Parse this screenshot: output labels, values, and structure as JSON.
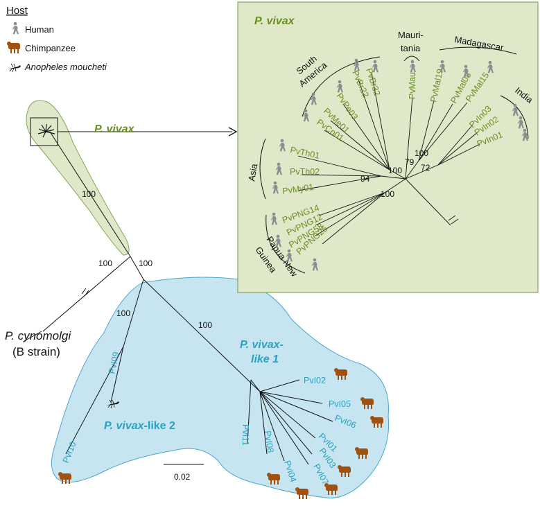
{
  "legend": {
    "title": "Host",
    "items": [
      {
        "label": "Human",
        "icon": "human-icon"
      },
      {
        "label": "Chimpanzee",
        "icon": "chimpanzee-icon"
      },
      {
        "label": "Anopheles moucheti",
        "icon": "mosquito-icon"
      }
    ]
  },
  "clades": {
    "vivax": "P. vivax",
    "inset_title": "P. vivax",
    "pvl1_line1": "P. vivax-",
    "pvl1_line2": "like 1",
    "pvl2_italic": "P. vivax",
    "pvl2_rest": "-like 2",
    "cynomolgi_line1": "P. cynomolgi",
    "cynomolgi_line2": "(B strain)"
  },
  "main_bootstraps": {
    "vivax_branch": "100",
    "left_node": "100",
    "right_node": "100",
    "pvl2_node": "100",
    "pvl1_node": "100"
  },
  "main_tips": {
    "pvl1": [
      "PvI02",
      "PvI05",
      "PvI06",
      "PvI01",
      "PvI03",
      "PvI07",
      "PvI04",
      "PvI08",
      "PvI11"
    ],
    "pvl2": [
      "PvI09",
      "PvI10"
    ]
  },
  "scale_bar": "0.02",
  "inset": {
    "regions": {
      "south_america_1": "South",
      "south_america_2": "America",
      "mauritania_1": "Mauri-",
      "mauritania_2": "tania",
      "madagascar": "Madagascar",
      "india": "India",
      "asia": "Asia",
      "png_1": "Papua New",
      "png_2": "Guinea"
    },
    "tips": {
      "south_america": [
        "PvBr32",
        "PvBr22",
        "PvPe03",
        "PvMe01",
        "PvCo01"
      ],
      "mauritania": [
        "PvMau"
      ],
      "madagascar": [
        "PvMal19",
        "PvMal08",
        "PvMal15"
      ],
      "india": [
        "PvIn03",
        "PvIn02",
        "PvIn01"
      ],
      "asia": [
        "PvTh01",
        "PvTh02",
        "PvMy01"
      ],
      "png": [
        "PvPNG14",
        "PvPNG12",
        "PvPNG58",
        "PvPNG25"
      ]
    },
    "bootstraps": {
      "sa_node": "100",
      "asia_node": "94",
      "mau_node": "79",
      "mal_node": "100",
      "india_node": "72",
      "png_node": "100"
    }
  },
  "colors": {
    "vivax_fill": "#dfe8c9",
    "vivax_stroke": "#8aa35a",
    "pvl_fill": "#c6e5f1",
    "pvl_stroke": "#4aa7cc",
    "vivax_text": "#6b8e23",
    "pvl_text": "#2aa1c0",
    "chimp": "#a0500f",
    "human": "#8c8c8c"
  }
}
